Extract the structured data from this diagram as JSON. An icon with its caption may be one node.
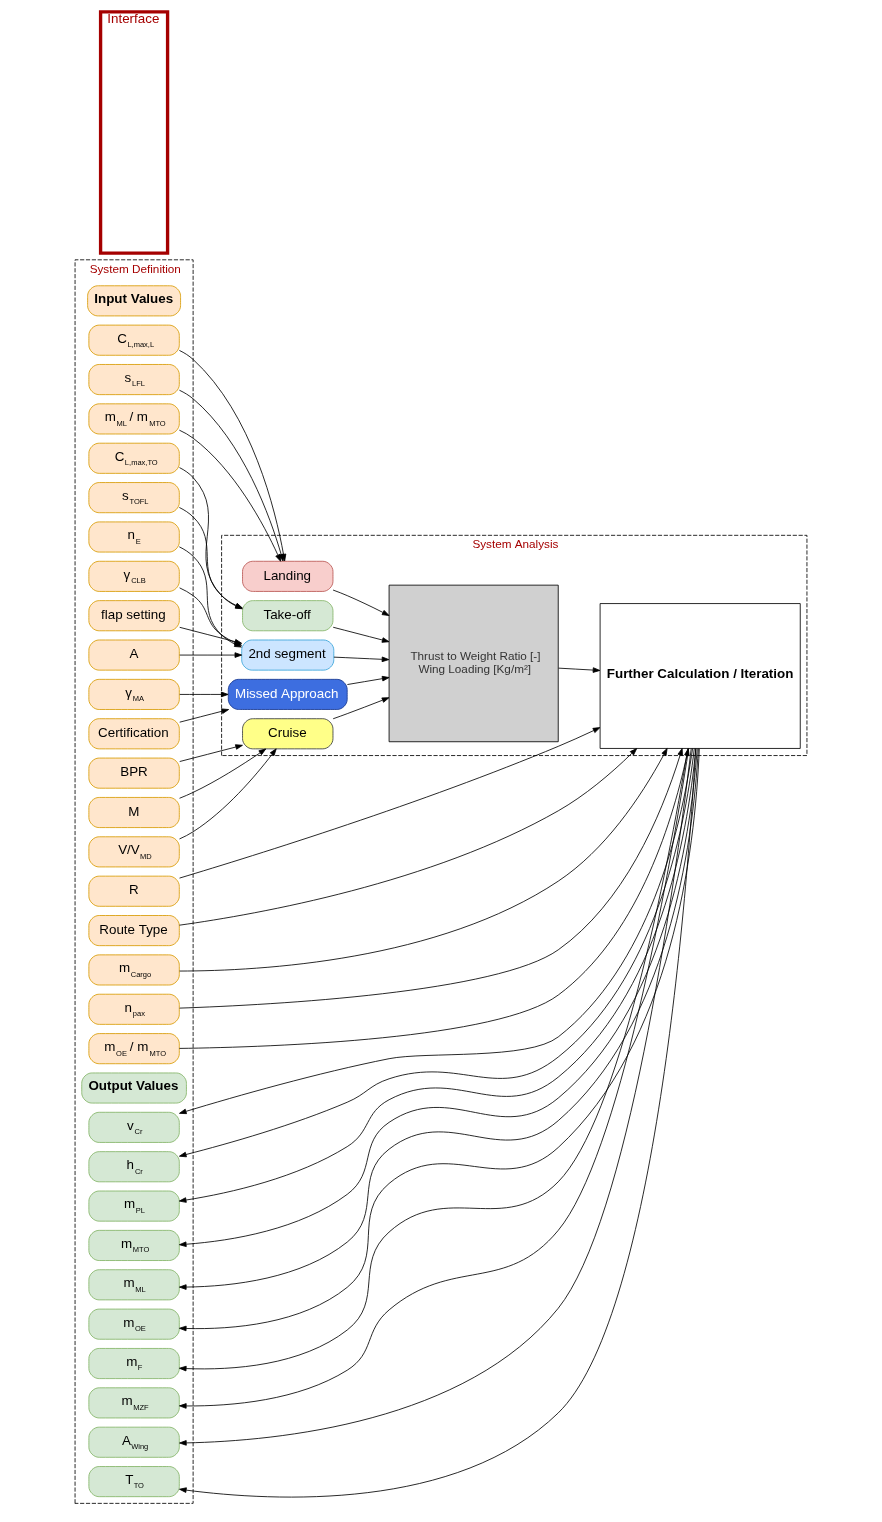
{
  "diagram": {
    "nodes": [
      {
        "text": [
          "System Definition"
        ]
      },
      {
        "text": [
          "Input Values"
        ],
        "in": 0
      },
      {
        "text": [
          "C$_{L,max,L}$"
        ],
        "in": 0
      },
      {
        "text": [
          "s$_{LFL}$"
        ],
        "in": 0
      },
      {
        "text": [
          "m$_{ML}$ / m$_{MTO}$"
        ],
        "in": 0
      },
      {
        "text": [
          "C$_{L,max,TO}$"
        ],
        "in": 0
      },
      {
        "text": [
          "s$_{TOFL}$"
        ],
        "in": 0
      },
      {
        "text": [
          "n$_{E}$"
        ],
        "in": 0
      },
      {
        "text": [
          "γ$_{CLB}$"
        ],
        "in": 0
      },
      {
        "text": [
          "flap setting"
        ],
        "in": 0
      },
      {
        "text": [
          "A"
        ],
        "in": 0
      },
      {
        "text": [
          "γ$_{MA}$"
        ],
        "in": 0
      },
      {
        "text": [
          "Certification"
        ],
        "in": 0
      },
      {
        "text": [
          "BPR"
        ],
        "in": 0
      },
      {
        "text": [
          "M"
        ],
        "in": 0
      },
      {
        "text": [
          "V/V$_{MD}$"
        ],
        "in": 0
      },
      {
        "text": [
          "R"
        ],
        "in": 0
      },
      {
        "text": [
          "Route Type"
        ],
        "in": 0
      },
      {
        "text": [
          "m$_{Cargo}$"
        ],
        "in": 0
      },
      {
        "text": [
          "n$_{pax}$"
        ],
        "in": 0
      },
      {
        "text": [
          "m$_{OE}$ / m$_{MTO}$"
        ],
        "in": 0
      },
      {
        "text": [
          "Output Values"
        ],
        "in": 0
      },
      {
        "text": [
          "v$_{Cr}$"
        ],
        "in": 0
      },
      {
        "text": [
          "h$_{Cr}$"
        ],
        "in": 0
      },
      {
        "text": [
          "m$_{PL}$"
        ],
        "in": 0
      },
      {
        "text": [
          "m$_{MTO}$"
        ],
        "in": 0
      },
      {
        "text": [
          "m$_{ML}$"
        ],
        "in": 0
      },
      {
        "text": [
          "m$_{OE}$"
        ],
        "in": 0
      },
      {
        "text": [
          "m$_{F}$"
        ],
        "in": 0
      },
      {
        "text": [
          "m$_{MZF}$"
        ],
        "in": 0
      },
      {
        "text": [
          "A$_{Wing}$"
        ],
        "in": 0
      },
      {
        "text": [
          "T$_{TO}$"
        ],
        "in": 0
      },
      {
        "text": [
          "Interface"
        ]
      },
      {
        "text": [
          "System Analysis"
        ]
      },
      {
        "text": [
          "Landing"
        ],
        "in": 33
      },
      {
        "text": [
          "Take-off"
        ],
        "in": 33
      },
      {
        "text": [
          "2nd segment"
        ],
        "in": 33
      },
      {
        "text": [
          "Missed Approach"
        ],
        "in": 33
      },
      {
        "text": [
          "Cruise"
        ],
        "in": 33
      },
      {
        "text": [
          "Thrust to Weight Ratio [-]",
          "Wing Loading [Kg/m²]"
        ],
        "in": 33
      },
      {
        "text": [
          "Further Calculation / Iteration"
        ],
        "in": 33
      }
    ],
    "edges": [
      {
        "from": 2,
        "to": 34,
        "arrow": "to"
      },
      {
        "from": 3,
        "to": 34,
        "arrow": "to"
      },
      {
        "from": 4,
        "to": 34,
        "arrow": "to"
      },
      {
        "from": 5,
        "to": 35,
        "arrow": "to"
      },
      {
        "from": 6,
        "to": 35,
        "arrow": "to"
      },
      {
        "from": 7,
        "to": 36,
        "arrow": "to"
      },
      {
        "from": 8,
        "to": 36,
        "arrow": "to"
      },
      {
        "from": 9,
        "to": 36,
        "arrow": "to"
      },
      {
        "from": 10,
        "to": 36,
        "arrow": "to"
      },
      {
        "from": 11,
        "to": 37,
        "arrow": "to"
      },
      {
        "from": 12,
        "to": 37,
        "arrow": "to"
      },
      {
        "from": 13,
        "to": 38,
        "arrow": "to"
      },
      {
        "from": 14,
        "to": 38,
        "arrow": "to"
      },
      {
        "from": 15,
        "to": 38,
        "arrow": "to"
      },
      {
        "from": 34,
        "to": 39,
        "arrow": "to"
      },
      {
        "from": 35,
        "to": 39,
        "arrow": "to"
      },
      {
        "from": 36,
        "to": 39,
        "arrow": "to"
      },
      {
        "from": 37,
        "to": 39,
        "arrow": "to"
      },
      {
        "from": 38,
        "to": 39,
        "arrow": "to"
      },
      {
        "from": 39,
        "to": 40,
        "arrow": "to"
      },
      {
        "from": 16,
        "to": 40,
        "arrow": "to"
      },
      {
        "from": 17,
        "to": 40,
        "arrow": "to"
      },
      {
        "from": 18,
        "to": 40,
        "arrow": "to"
      },
      {
        "from": 19,
        "to": 40,
        "arrow": "to"
      },
      {
        "from": 20,
        "to": 40,
        "arrow": "to"
      },
      {
        "from": 40,
        "to": 22,
        "arrow": "to"
      },
      {
        "from": 40,
        "to": 23,
        "arrow": "to"
      },
      {
        "from": 40,
        "to": 24,
        "arrow": "to"
      },
      {
        "from": 40,
        "to": 25,
        "arrow": "to"
      },
      {
        "from": 40,
        "to": 26,
        "arrow": "to"
      },
      {
        "from": 40,
        "to": 27,
        "arrow": "to"
      },
      {
        "from": 40,
        "to": 28,
        "arrow": "to"
      },
      {
        "from": 40,
        "to": 29,
        "arrow": "to"
      },
      {
        "from": 40,
        "to": 30,
        "arrow": "to"
      },
      {
        "from": 40,
        "to": 31,
        "arrow": "to"
      }
    ]
  }
}
